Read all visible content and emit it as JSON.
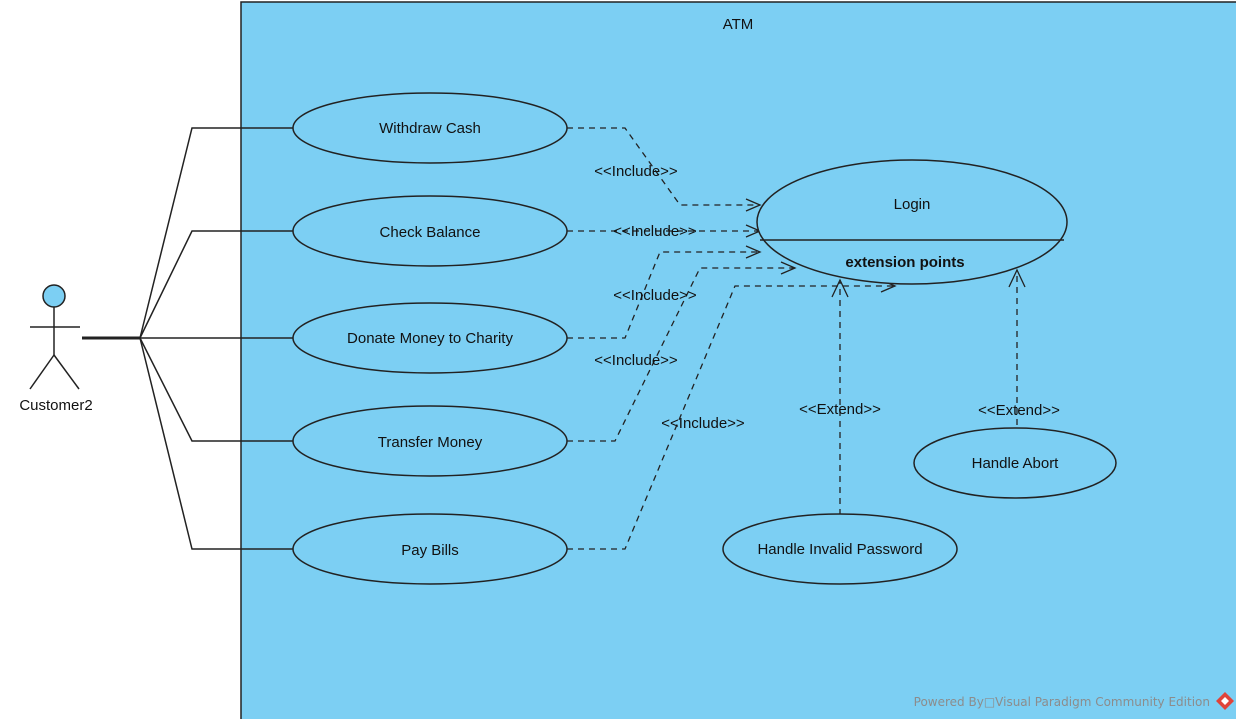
{
  "system": {
    "name": "ATM"
  },
  "actor": {
    "name": "Customer2"
  },
  "use_cases": {
    "withdraw": "Withdraw Cash",
    "balance": "Check Balance",
    "donate": "Donate Money to Charity",
    "transfer": "Transfer Money",
    "bills": "Pay Bills",
    "login": "Login",
    "login_extension": "extension points",
    "invalid_password": "Handle Invalid Password",
    "abort": "Handle Abort"
  },
  "relations": {
    "include_1": "<<Include>>",
    "include_2": "<<Include>>",
    "include_3": "<<Include>>",
    "include_4": "<<Include>>",
    "include_5": "<<Include>>",
    "extend_1": "<<Extend>>",
    "extend_2": "<<Extend>>"
  },
  "watermark": "Powered By□Visual Paradigm Community Edition",
  "colors": {
    "boundary_fill": "#7ccff3",
    "use_case_fill": "#7ccff3",
    "actor_head": "#7ccff3",
    "logo": "#e0433a"
  }
}
